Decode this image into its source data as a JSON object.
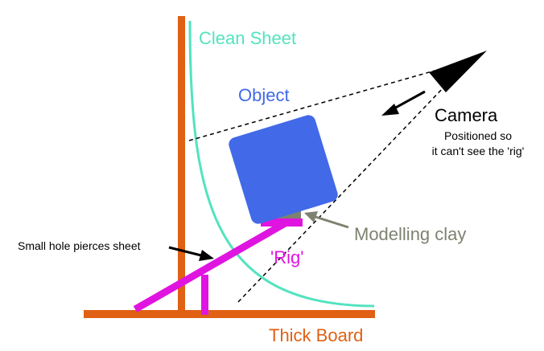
{
  "labels": {
    "clean_sheet": "Clean Sheet",
    "object": "Object",
    "camera": "Camera",
    "camera_note_line1": "Positioned so",
    "camera_note_line2": "it can't see the 'rig'",
    "modelling_clay": "Modelling clay",
    "small_hole": "Small hole pierces sheet",
    "rig": "'Rig'",
    "thick_board": "Thick Board"
  },
  "colors": {
    "board": "#e06014",
    "sheet": "#52e3bf",
    "object": "#4169e8",
    "rig": "#e014e0",
    "clay": "#7d8270",
    "camera": "#000000",
    "arrow": "#000000",
    "sight_line": "#000000"
  }
}
